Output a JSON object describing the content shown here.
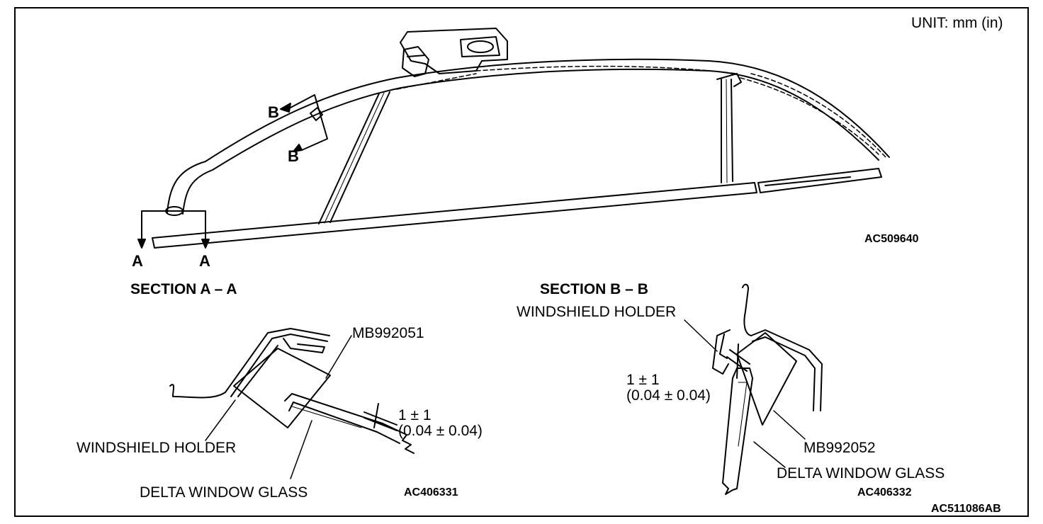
{
  "unit_label": "UNIT: mm (in)",
  "overview": {
    "marker_b_upper": "B",
    "marker_b_lower": "B",
    "marker_a_left": "A",
    "marker_a_right": "A",
    "figure_code": "AC509640"
  },
  "section_a": {
    "title": "SECTION A – A",
    "tool_label": "MB992051",
    "gap_value": "1 ± 1",
    "gap_value_in": "(0.04 ± 0.04)",
    "holder_label": "WINDSHIELD HOLDER",
    "glass_label": "DELTA WINDOW GLASS",
    "figure_code": "AC406331"
  },
  "section_b": {
    "title": "SECTION B – B",
    "holder_label": "WINDSHIELD HOLDER",
    "gap_value": "1 ± 1",
    "gap_value_in": "(0.04 ± 0.04)",
    "tool_label": "MB992052",
    "glass_label": "DELTA WINDOW GLASS",
    "figure_code": "AC406332"
  },
  "sheet_code": "AC511086AB"
}
